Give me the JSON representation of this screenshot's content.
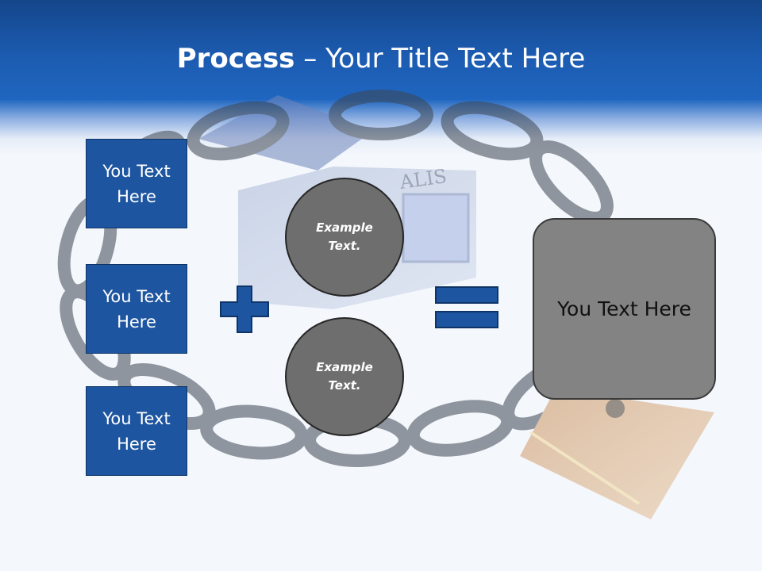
{
  "slide": {
    "title_bold": "Process",
    "title_rest": " – Your Title Text Here",
    "left_boxes": [
      {
        "text": "You Text Here"
      },
      {
        "text": "You Text Here"
      },
      {
        "text": "You Text Here"
      }
    ],
    "circles": [
      {
        "text": "Example Text."
      },
      {
        "text": "Example Text."
      }
    ],
    "result_text": "You Text Here",
    "watermark_house_text": "ALIS",
    "operators": [
      "plus-icon",
      "equals-icon"
    ]
  },
  "colors": {
    "header_blue": "#1c5bb0",
    "box_blue": "#1d55a0",
    "circle_gray": "#6e6e6e",
    "result_gray": "#838383",
    "background": "#f4f7fc"
  }
}
